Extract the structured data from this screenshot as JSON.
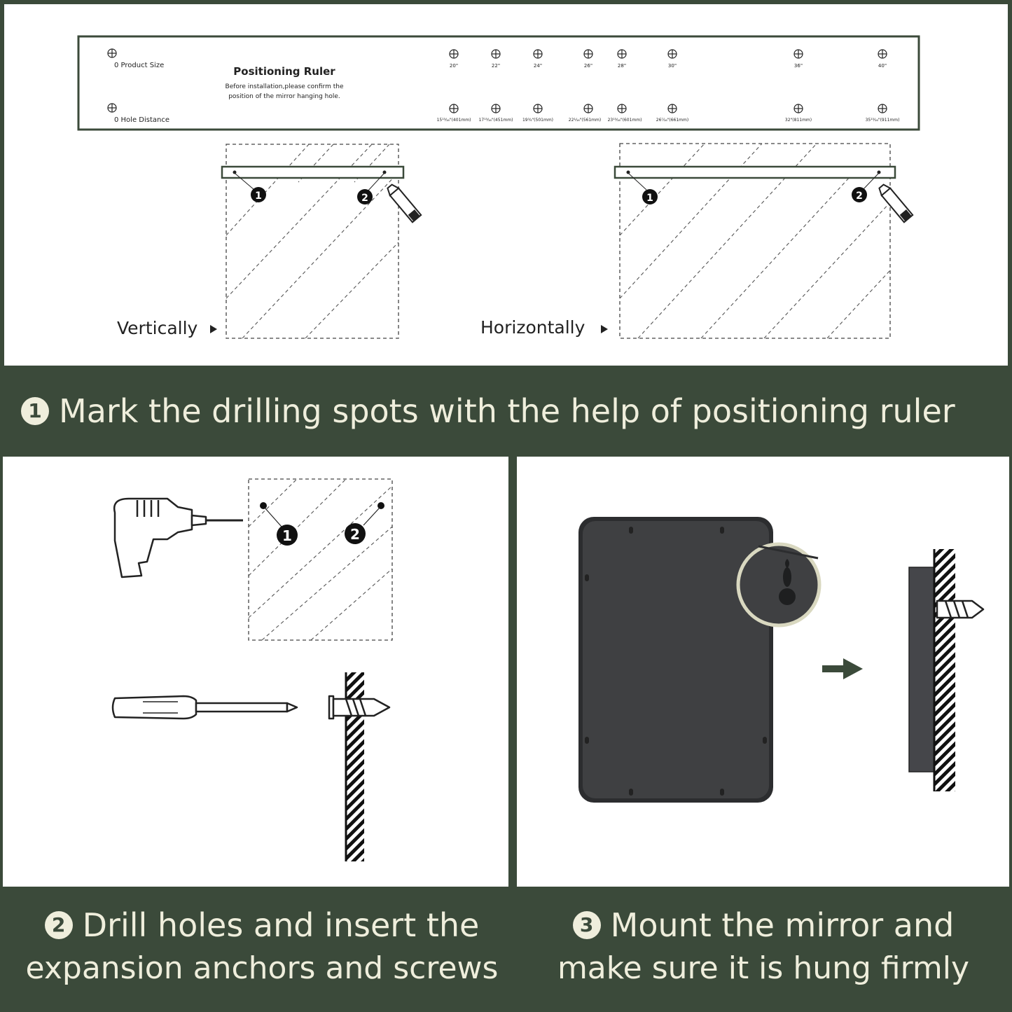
{
  "ruler": {
    "title": "Positioning Ruler",
    "note_line1": "Before installation,please confirm the",
    "note_line2": "position of the mirror hanging hole.",
    "product_size_label": "0  Product Size",
    "hole_distance_label": "0  Hole Distance",
    "sizes": [
      "20\"",
      "22\"",
      "24\"",
      "26\"",
      "28\"",
      "30\"",
      "36\"",
      "40\""
    ],
    "distances": [
      "15¹⁵⁄₁₆\"(401mm)",
      "17¹⁵⁄₁₆\"(451mm)",
      "19¾\"(501mm)",
      "22¹⁄₁₆\"(561mm)",
      "23¹⁵⁄₁₆\"(601mm)",
      "26⁷⁄₁₆\"(661mm)",
      "32\"(811mm)",
      "35¹⁵⁄₁₆\"(911mm)"
    ]
  },
  "orientation": {
    "vertical": "Vertically",
    "horizontal": "Horizontally"
  },
  "markers": {
    "one": "1",
    "two": "2"
  },
  "steps": [
    {
      "num": "1",
      "line1": "Mark the drilling spots with the help of positioning ruler"
    },
    {
      "num": "2",
      "line1": "Drill holes and insert the",
      "line2": "expansion anchors and screws"
    },
    {
      "num": "3",
      "line1": "Mount the mirror and",
      "line2": "make sure it is hung firmly"
    }
  ],
  "colors": {
    "accent": "#3b4a3a",
    "caption_text": "#efeedc",
    "mirror": "#3f4042"
  },
  "icons": [
    "drill-icon",
    "screwdriver-icon",
    "anchor-icon",
    "marker-pen-icon",
    "arrow-right-icon",
    "crosshair-icon"
  ]
}
